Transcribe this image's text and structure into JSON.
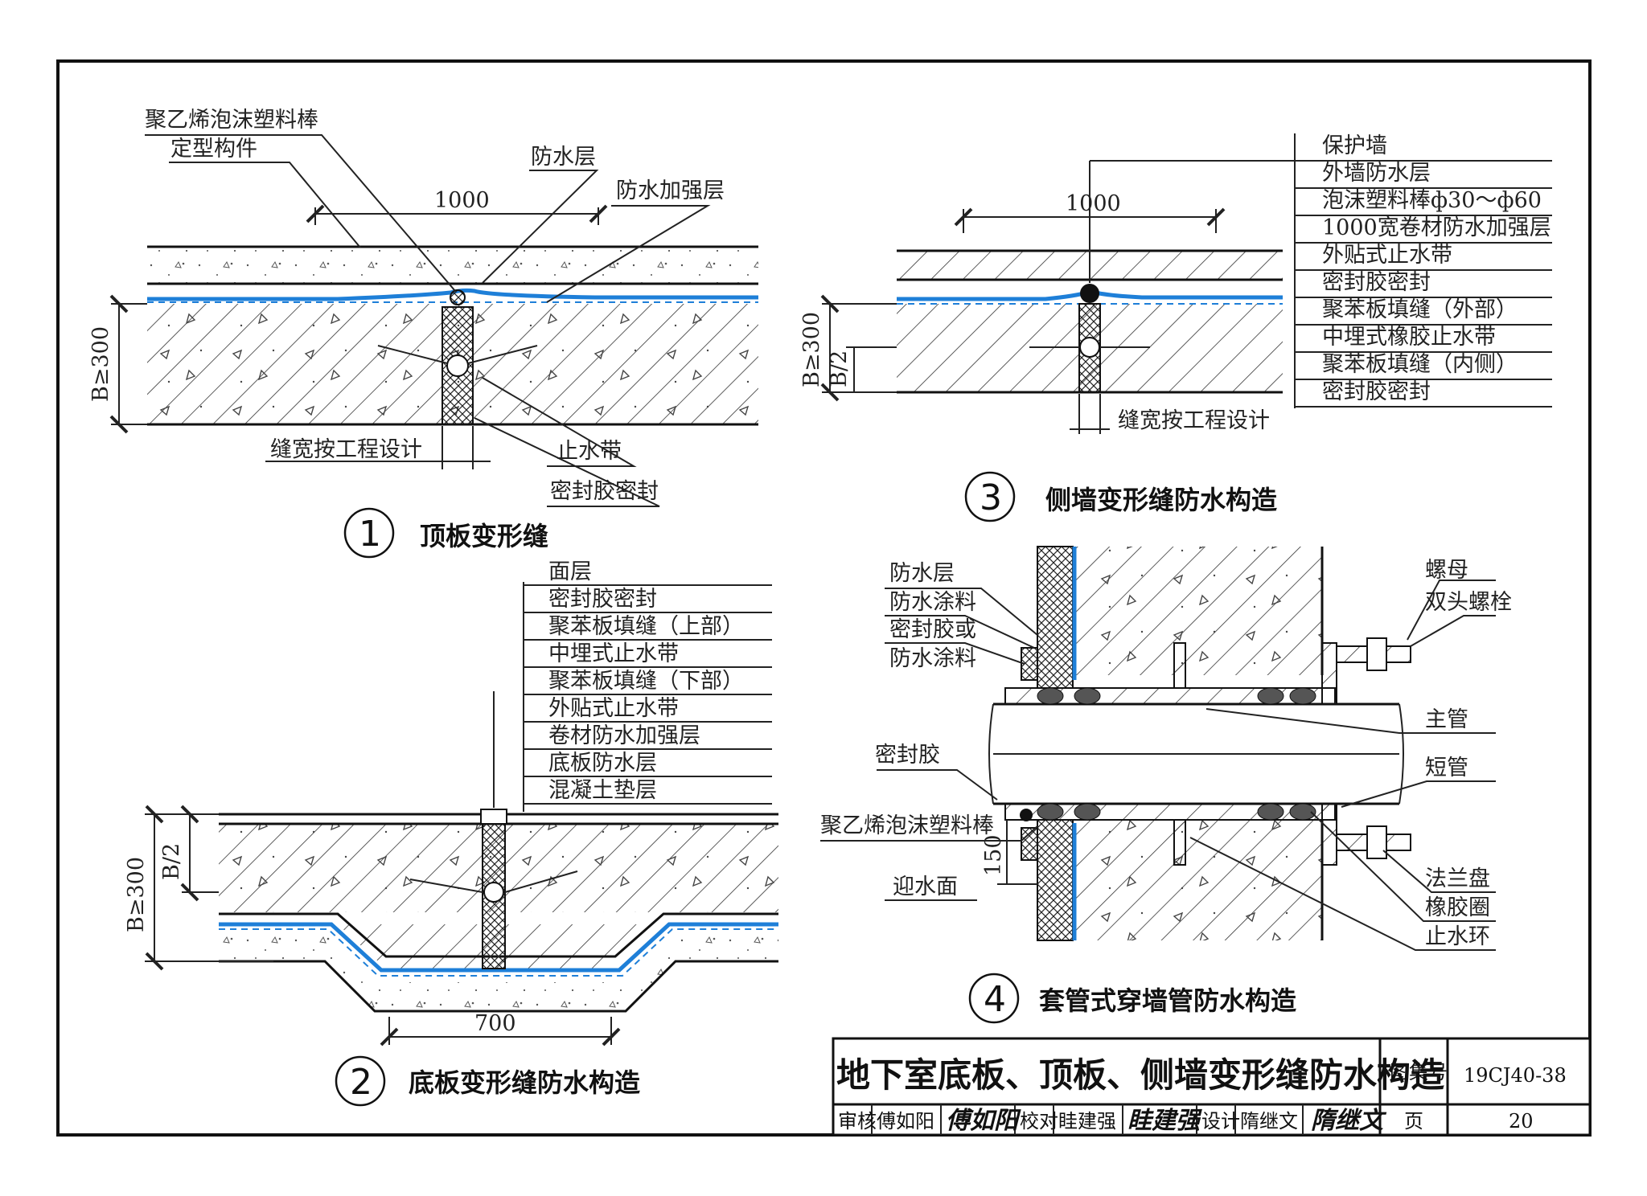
{
  "detail1": {
    "callout": "1",
    "title": "顶板变形缝",
    "labels": {
      "foam_rod": "聚乙烯泡沫塑料棒",
      "formed_part": "定型构件",
      "waterproof_layer": "防水层",
      "reinforce_layer": "防水加强层",
      "dim_1000": "1000",
      "b_ge_300": "B≥300",
      "joint_width": "缝宽按工程设计",
      "waterstop": "止水带",
      "sealant": "密封胶密封"
    }
  },
  "detail2": {
    "callout": "2",
    "title": "底板变形缝防水构造",
    "layers": [
      "面层",
      "密封胶密封",
      "聚苯板填缝（上部）",
      "中埋式止水带",
      "聚苯板填缝（下部）",
      "外贴式止水带",
      "卷材防水加强层",
      "底板防水层",
      "混凝土垫层"
    ],
    "labels": {
      "b_ge_300": "B≥300",
      "b_half": "B/2",
      "dim_700": "700"
    }
  },
  "detail3": {
    "callout": "3",
    "title": "侧墙变形缝防水构造",
    "layers": [
      "保护墙",
      "外墙防水层",
      "泡沫塑料棒ф30～ф60",
      "1000宽卷材防水加强层",
      "外贴式止水带",
      "密封胶密封",
      "聚苯板填缝（外部）",
      "中埋式橡胶止水带",
      "聚苯板填缝（内侧）",
      "密封胶密封"
    ],
    "labels": {
      "dim_1000": "1000",
      "b_ge_300": "B≥300",
      "b_half": "B/2",
      "joint_width": "缝宽按工程设计"
    }
  },
  "detail4": {
    "callout": "4",
    "title": "套管式穿墙管防水构造",
    "labels": {
      "waterproof_layer": "防水层",
      "waterproof_coating": "防水涂料",
      "sealant_or": "密封胶或",
      "waterproof_coating2": "防水涂料",
      "sealant": "密封胶",
      "foam_rod": "聚乙烯泡沫塑料棒",
      "dim_150": "150",
      "water_face": "迎水面",
      "nut": "螺母",
      "stud_bolt": "双头螺栓",
      "main_pipe": "主管",
      "short_pipe": "短管",
      "flange": "法兰盘",
      "rubber_ring": "橡胶圈",
      "water_ring": "止水环"
    }
  },
  "title_block": {
    "title": "地下室底板、顶板、侧墙变形缝防水构造",
    "atlas_label": "图集号",
    "atlas_no": "19CJ40-38",
    "reviewer_label": "审核",
    "reviewer": "傅如阳",
    "checker_label": "校对",
    "checker": "眭建强",
    "designer_label": "设计",
    "designer": "隋继文",
    "page_label": "页",
    "page_no": "20"
  }
}
